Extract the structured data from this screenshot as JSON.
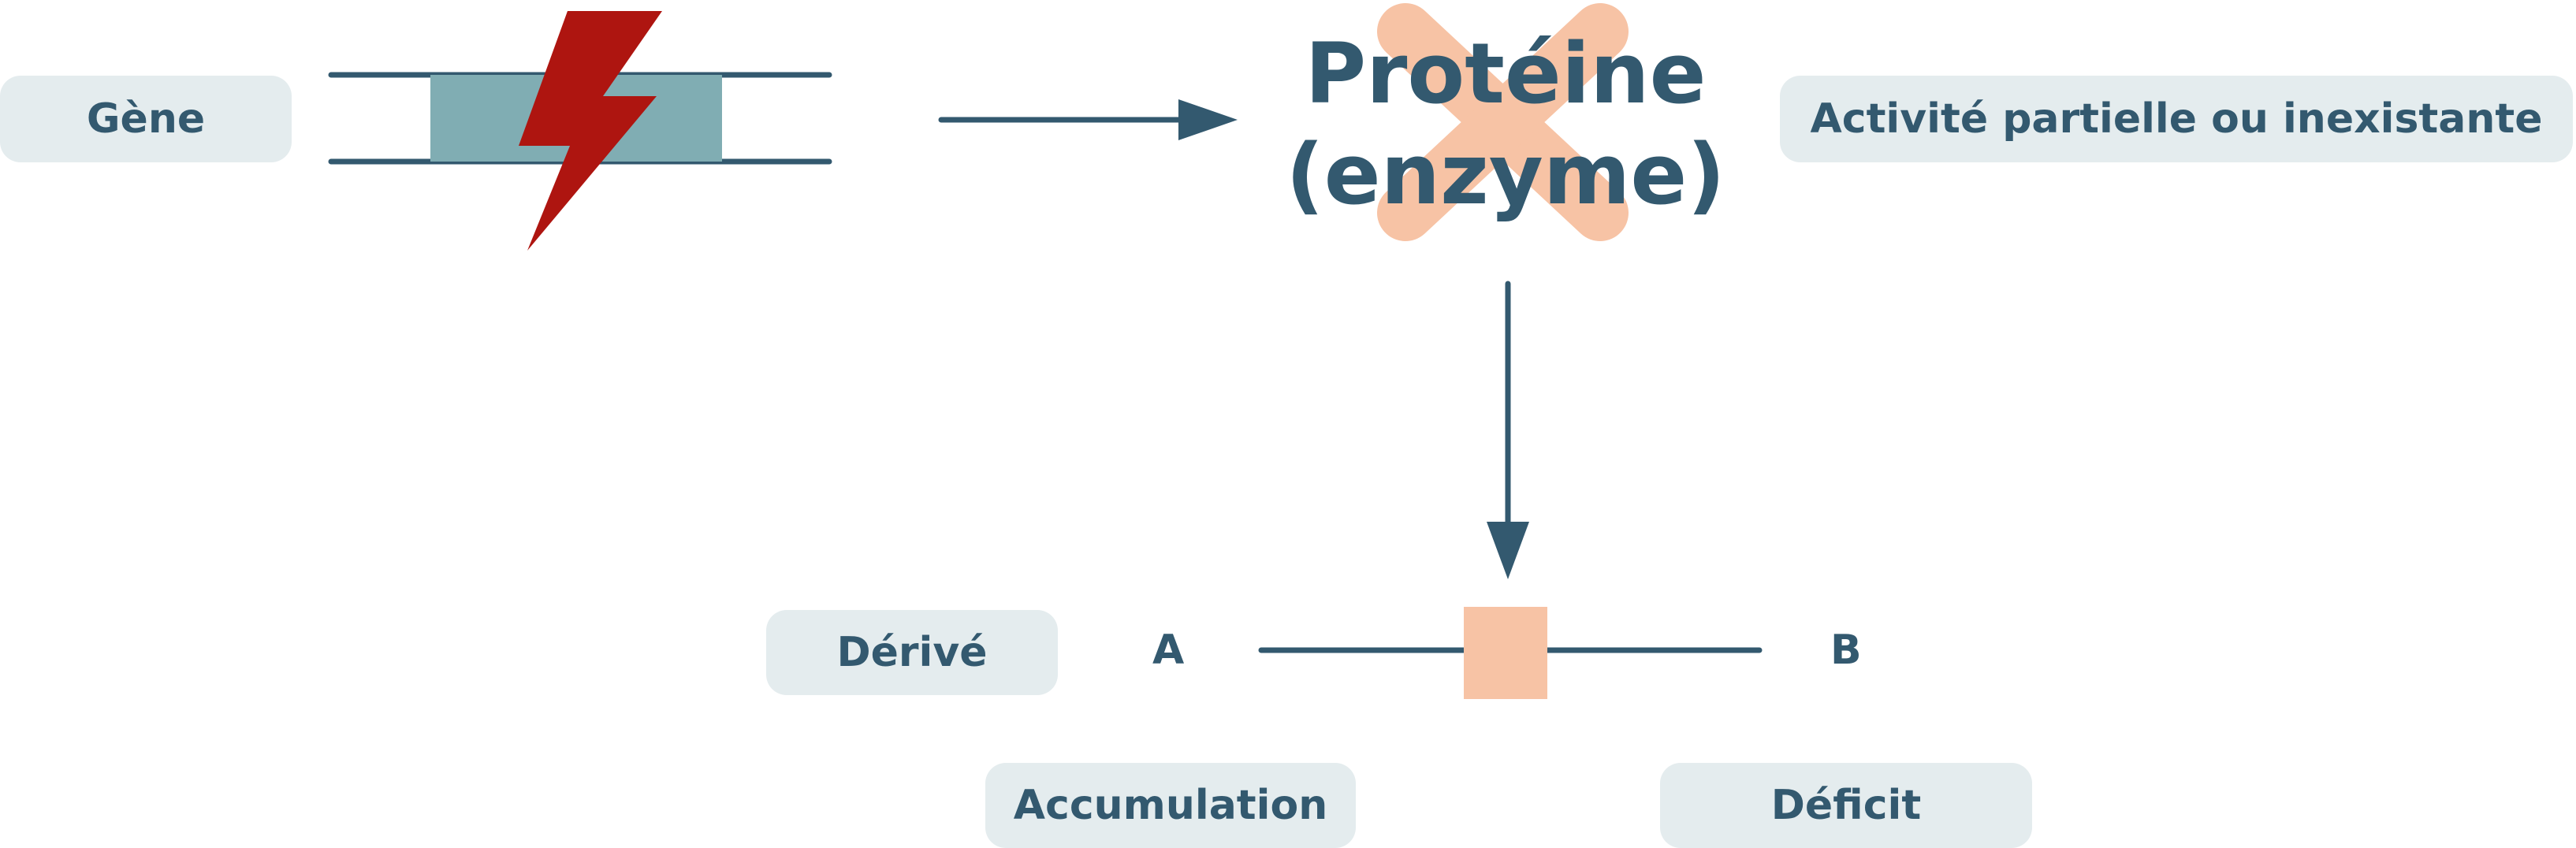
{
  "labels": {
    "gene": "Gène",
    "protein_line1": "Protéine",
    "protein_line2": "(enzyme)",
    "activity": "Activité partielle ou inexistante",
    "derive": "Dérivé",
    "a": "A",
    "b": "B",
    "accumulation": "Accumulation",
    "deficit": "Déficit"
  },
  "colors": {
    "primary": "#33596f",
    "pill_bg": "#e4ecee",
    "gene_box": "#80adb3",
    "lightning": "#ae1510",
    "salmon": "#f7c3a5"
  },
  "icons": {
    "mutation": "lightning-bolt-icon",
    "inactive": "cross-icon"
  }
}
